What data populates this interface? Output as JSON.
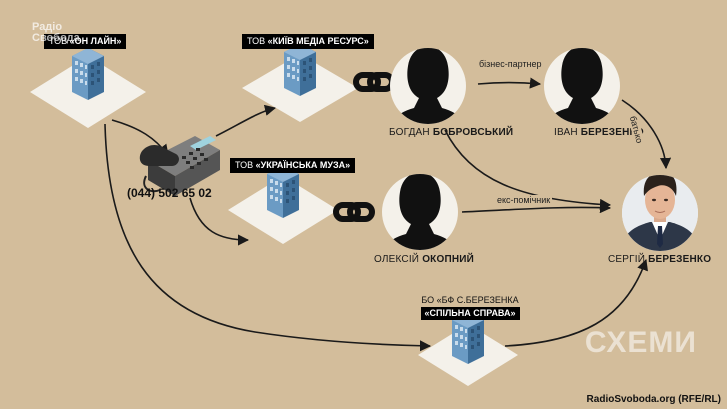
{
  "companies": {
    "on_line": {
      "prefix": "ТОВ",
      "name": "«ОН ЛАЙН»"
    },
    "kyiv_media": {
      "prefix": "ТОВ",
      "name": "«КИЇВ МЕДІА РЕСУРС»"
    },
    "ukr_muza": {
      "prefix": "ТОВ",
      "name": "«УКРАЇНСЬКА МУЗА»"
    },
    "fund": {
      "line1": "БО «БФ С.БЕРЕЗЕНКА",
      "line2": "«СПІЛЬНА СПРАВА»"
    }
  },
  "phone": "(044) 502 65 02",
  "people": {
    "bohdan": {
      "first": "БОГДАН",
      "last": "БОБРОВСЬКИЙ"
    },
    "ivan": {
      "first": "ІВАН",
      "last": "БЕРЕЗЕНКО"
    },
    "oleksii": {
      "first": "ОЛЕКСІЙ",
      "last": "ОКОПНИЙ"
    },
    "serhii": {
      "first": "СЕРГІЙ",
      "last": "БЕРЕЗЕНКО"
    }
  },
  "relations": {
    "business_partner": "бізнес-партнер",
    "father": "батько",
    "ex_assistant": "екс-помічник"
  },
  "watermark": {
    "line1": "Радіо",
    "line2": "Свобода"
  },
  "logo": "СХЕМИ",
  "credit": "RadioSvoboda.org (RFE/RL)",
  "colors": {
    "background": "#d3bd9b",
    "platform": "#f4f1ea",
    "building": "#5c8eb8",
    "silhouette": "#111111"
  }
}
